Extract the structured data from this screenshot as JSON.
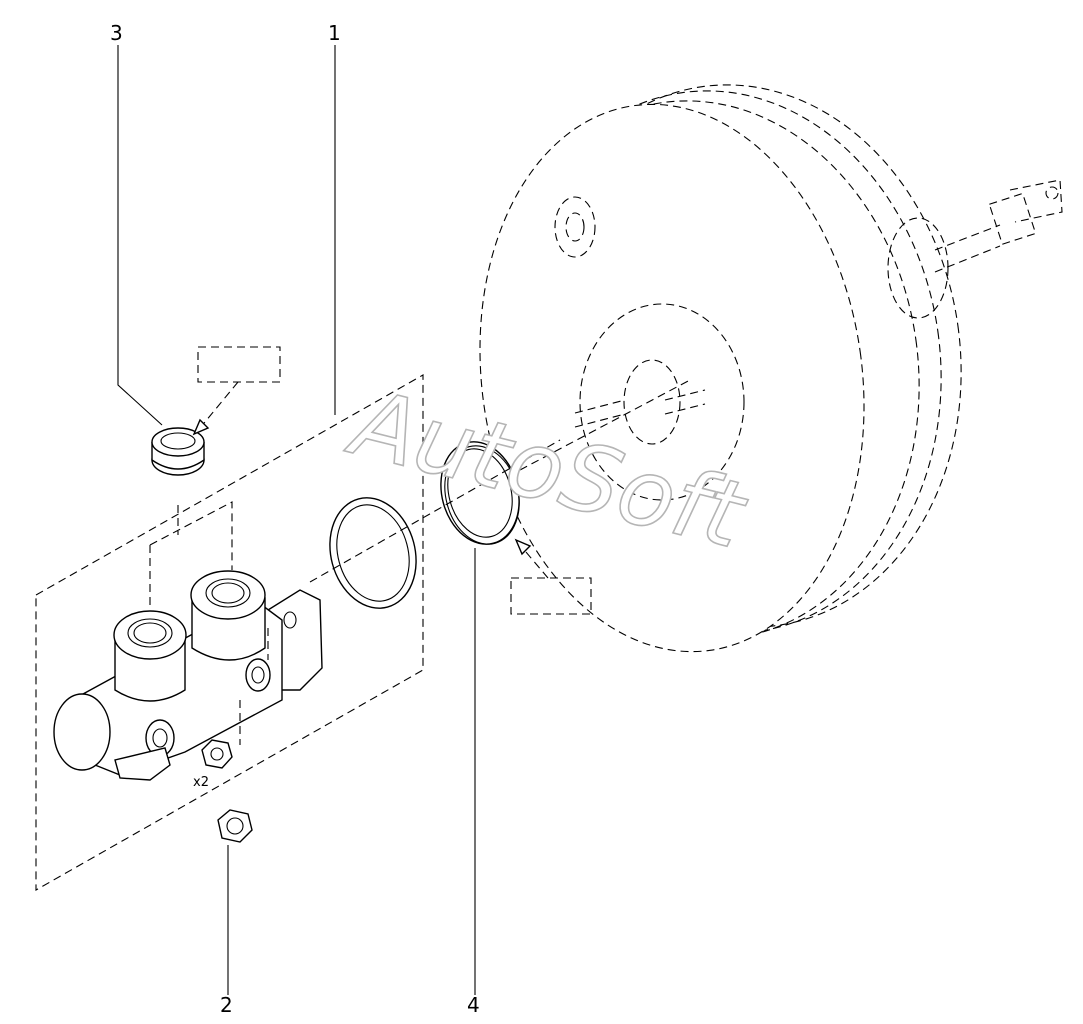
{
  "callouts": {
    "c1": "1",
    "c2": "2",
    "c3": "3",
    "c4": "4"
  },
  "qty_note": "x2",
  "watermark": "AutoSoft"
}
